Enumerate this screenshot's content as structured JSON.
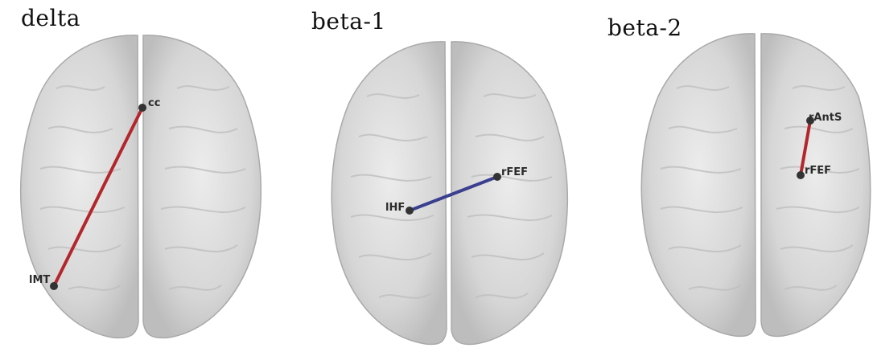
{
  "panels": [
    {
      "title": "delta",
      "connection_color": "#b3262c",
      "nodes": [
        {
          "label": "cc",
          "icon": "node-dot"
        },
        {
          "label": "lMT",
          "icon": "node-dot"
        }
      ]
    },
    {
      "title": "beta-1",
      "connection_color": "#3a3f8f",
      "nodes": [
        {
          "label": "lHF",
          "icon": "node-dot"
        },
        {
          "label": "rFEF",
          "icon": "node-dot"
        }
      ]
    },
    {
      "title": "beta-2",
      "connection_color": "#b3262c",
      "nodes": [
        {
          "label": "rAntS",
          "icon": "node-dot"
        },
        {
          "label": "rFEF",
          "icon": "node-dot"
        }
      ]
    }
  ],
  "colors": {
    "brain_fill": "#d9d9d9",
    "brain_shadow": "#b8b8b8",
    "node": "#333333"
  }
}
